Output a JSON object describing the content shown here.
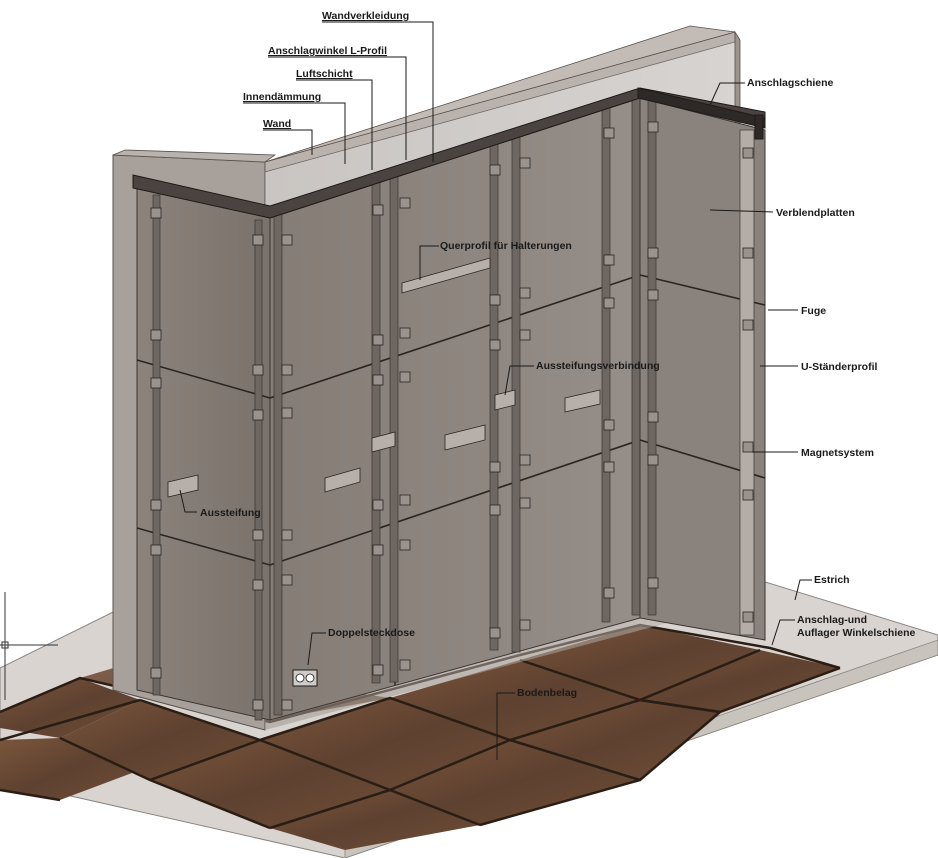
{
  "labels": {
    "wandverkleidung": "Wandverkleidung",
    "anschlagwinkel": "Anschlagwinkel L-Profil",
    "luftschicht": "Luftschicht",
    "innendaemmung": "Innendämmung",
    "wand": "Wand",
    "anschlagschiene": "Anschlagschiene",
    "verblendplatten": "Verblendplatten",
    "querprofil": "Querprofil für Halterungen",
    "fuge": "Fuge",
    "aussteifungsverbindung": "Aussteifungsverbindung",
    "u_staenderprofil": "U-Ständerprofil",
    "magnetsystem": "Magnetsystem",
    "aussteifung": "Aussteifung",
    "estrich": "Estrich",
    "doppelsteckdose": "Doppelsteckdose",
    "anschlag_auflager_1": "Anschlag-und",
    "anschlag_auflager_2": "Auflager Winkelschiene",
    "bodenbelag": "Bodenbelag"
  },
  "colors": {
    "wall": "#8a817b",
    "wall_dark": "#6f6661",
    "panel": "#7d746e",
    "floor_tile": "#6b4a34",
    "estrich": "#d8d3cf",
    "line": "#1a1a1a"
  }
}
